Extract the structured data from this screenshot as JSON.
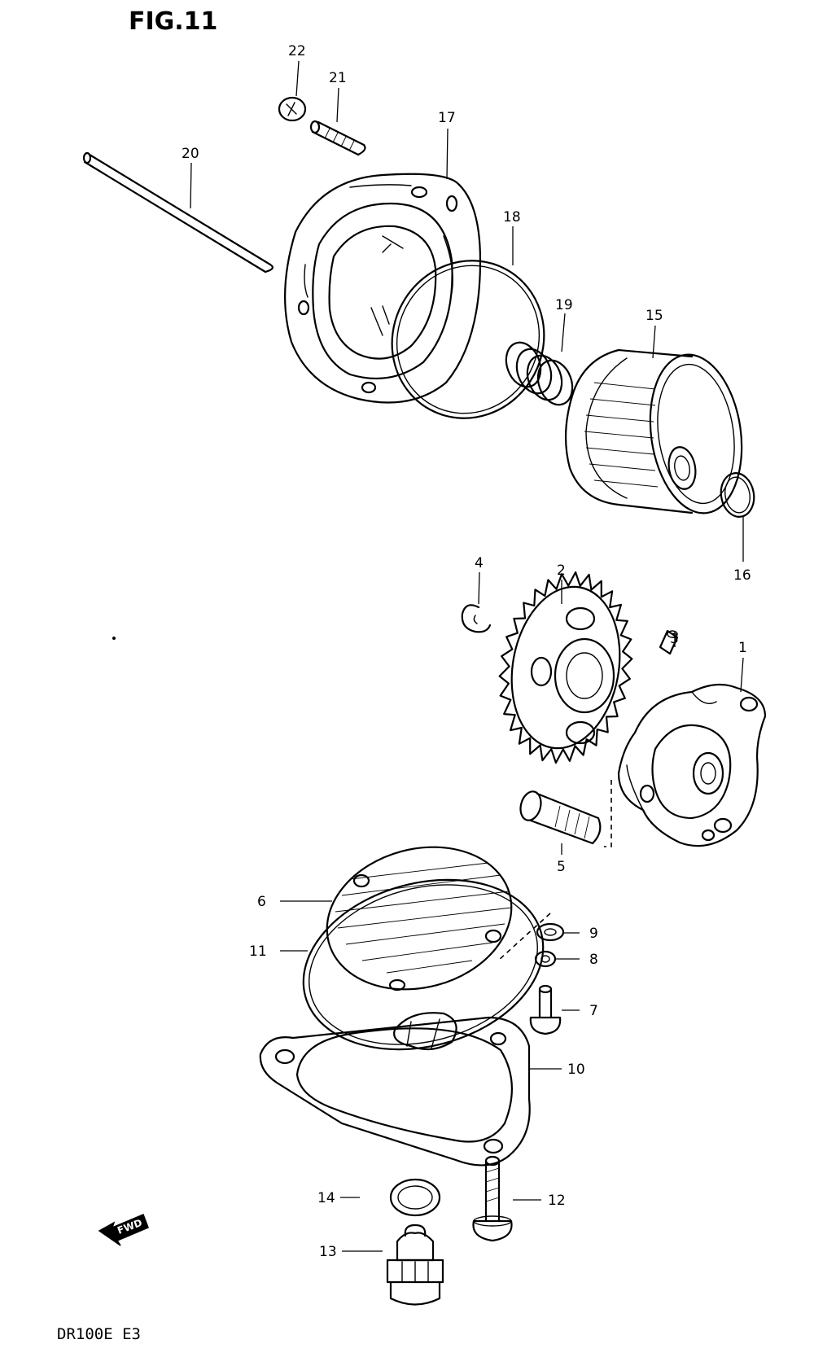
{
  "figure_title": "FIG.11",
  "model_code": "DR100E  E3",
  "fwd_label": "FWD",
  "parts": [
    {
      "no": "1"
    },
    {
      "no": "2"
    },
    {
      "no": "3"
    },
    {
      "no": "4"
    },
    {
      "no": "5"
    },
    {
      "no": "6"
    },
    {
      "no": "7"
    },
    {
      "no": "8"
    },
    {
      "no": "9"
    },
    {
      "no": "10"
    },
    {
      "no": "11"
    },
    {
      "no": "12"
    },
    {
      "no": "13"
    },
    {
      "no": "14"
    },
    {
      "no": "15"
    },
    {
      "no": "16"
    },
    {
      "no": "17"
    },
    {
      "no": "18"
    },
    {
      "no": "19"
    },
    {
      "no": "20"
    },
    {
      "no": "21"
    },
    {
      "no": "22"
    }
  ]
}
